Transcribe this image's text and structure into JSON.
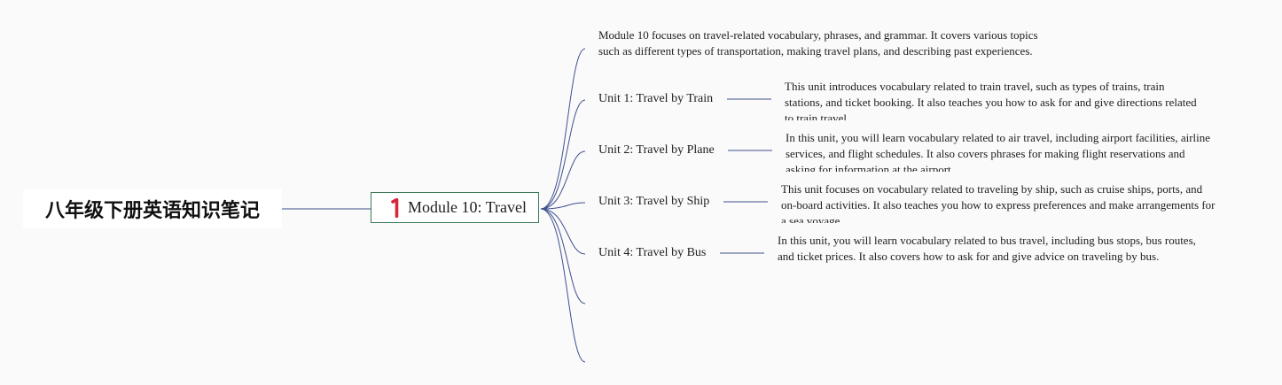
{
  "root": {
    "title": "八年级下册英语知识笔记"
  },
  "module": {
    "badge": "1",
    "title": "Module 10: Travel"
  },
  "module_summary": "Module 10 focuses on travel-related vocabulary, phrases, and grammar. It covers various topics such as different types of transportation, making travel plans, and describing past experiences.",
  "units": [
    {
      "title": "Unit 1: Travel by Train",
      "description": "This unit introduces vocabulary related to train travel, such as types of trains, train stations, and ticket booking. It also teaches you how to ask for and give directions related to train travel."
    },
    {
      "title": "Unit 2: Travel by Plane",
      "description": "In this unit, you will learn vocabulary related to air travel, including airport facilities, airline services, and flight schedules. It also covers phrases for making flight reservations and asking for information at the airport."
    },
    {
      "title": "Unit 3: Travel by Ship",
      "description": "This unit focuses on vocabulary related to traveling by ship, such as cruise ships, ports, and on-board activities. It also teaches you how to express preferences and make arrangements for a sea voyage."
    },
    {
      "title": "Unit 4: Travel by Bus",
      "description": "In this unit, you will learn vocabulary related to bus travel, including bus stops, bus routes, and ticket prices. It also covers how to ask for and give advice on traveling by bus."
    }
  ],
  "colors": {
    "connector": "#3f4f8f",
    "node_border": "#3d7a5a",
    "badge": "#d6263a",
    "background": "#fafafa"
  }
}
